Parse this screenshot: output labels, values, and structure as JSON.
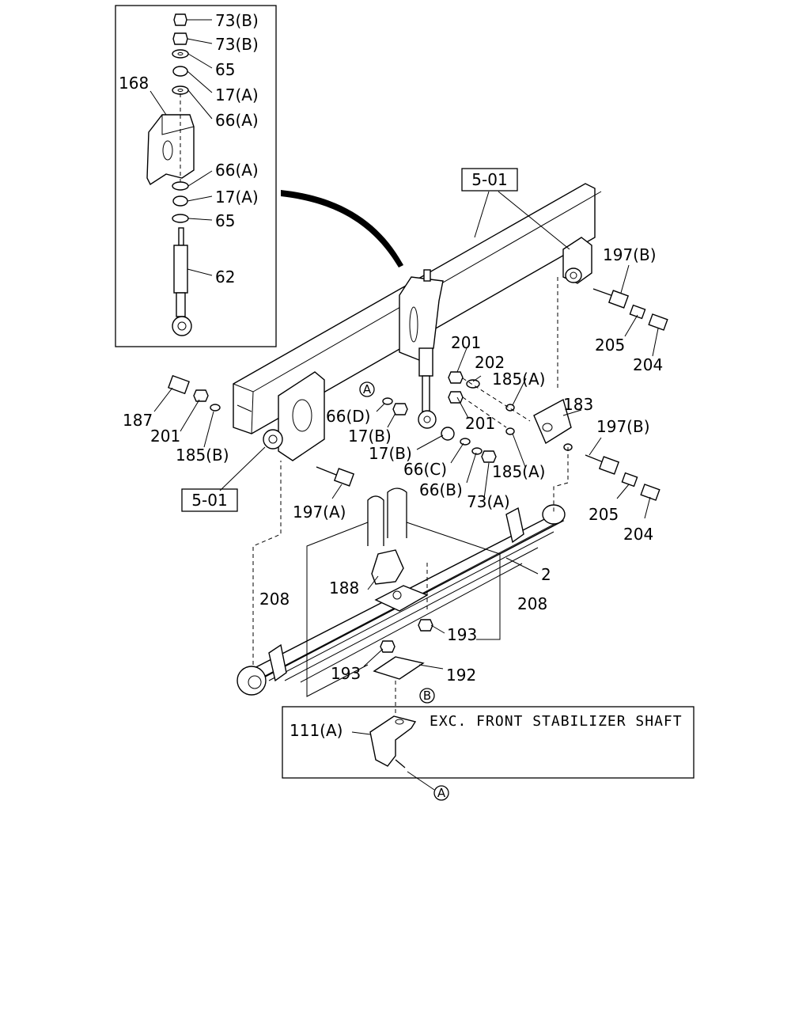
{
  "diagram": {
    "frame_refs": [
      "5-01",
      "5-01"
    ],
    "note": "EXC. FRONT STABILIZER SHAFT",
    "circle_refs": {
      "a": "A",
      "b": "B"
    },
    "callouts": [
      "73(B)",
      "73(B)",
      "65",
      "17(A)",
      "66(A)",
      "168",
      "66(A)",
      "17(A)",
      "65",
      "62",
      "197(B)",
      "205",
      "204",
      "201",
      "202",
      "185(A)",
      "183",
      "201",
      "185(A)",
      "197(B)",
      "205",
      "204",
      "187",
      "201",
      "185(B)",
      "66(D)",
      "17(B)",
      "17(B)",
      "66(C)",
      "66(B)",
      "73(A)",
      "197(A)",
      "2",
      "208",
      "208",
      "188",
      "193",
      "193",
      "192",
      "111(A)"
    ]
  }
}
